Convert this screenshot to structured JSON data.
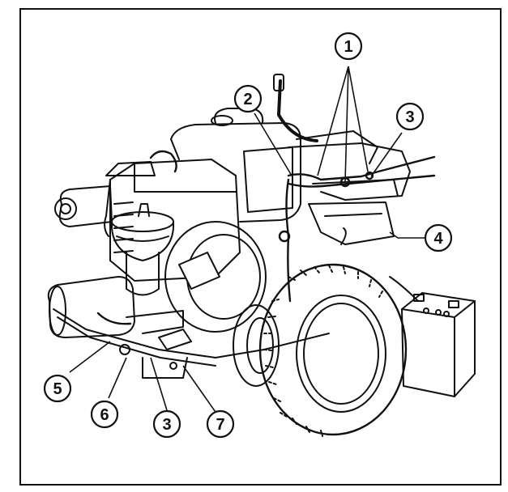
{
  "figure": {
    "callouts": [
      {
        "id": "callout-1",
        "label": "1"
      },
      {
        "id": "callout-2",
        "label": "2"
      },
      {
        "id": "callout-3-top",
        "label": "3"
      },
      {
        "id": "callout-4",
        "label": "4"
      },
      {
        "id": "callout-5",
        "label": "5"
      },
      {
        "id": "callout-6",
        "label": "6"
      },
      {
        "id": "callout-3-bottom",
        "label": "3"
      },
      {
        "id": "callout-7",
        "label": "7"
      }
    ]
  },
  "colors": {
    "ink": "#111111",
    "paper": "#ffffff",
    "shade": "#1a1a1a"
  }
}
